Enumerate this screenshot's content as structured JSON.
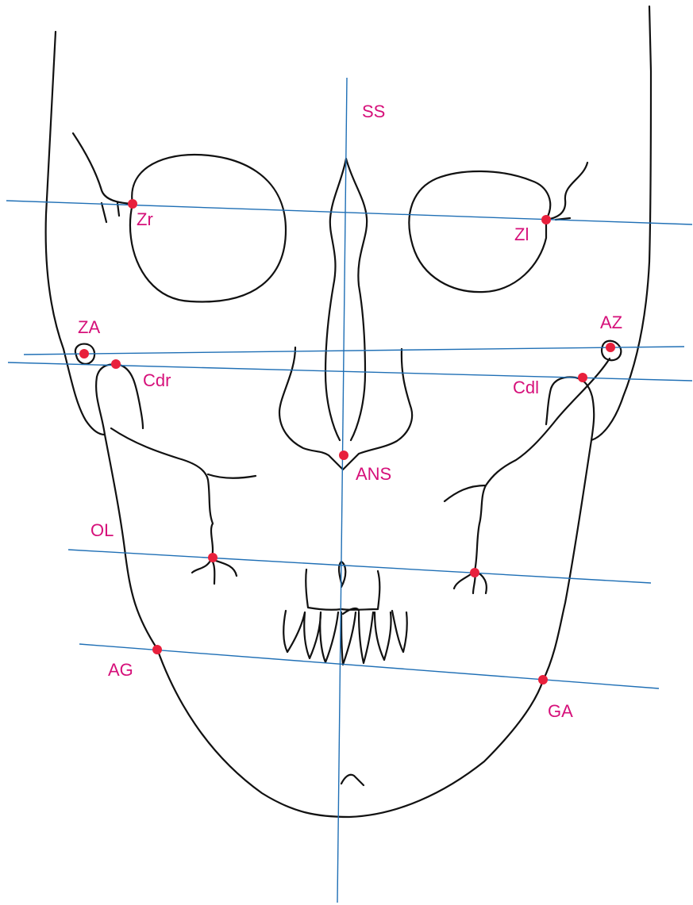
{
  "colors": {
    "reference_line": "#1f6fb5",
    "landmark": "#e8203c",
    "label": "#d6107a",
    "outline": "#111111"
  },
  "labels": {
    "ss": "SS",
    "zr": "Zr",
    "zl": "Zl",
    "za": "ZA",
    "az": "AZ",
    "cdr": "Cdr",
    "cdl": "Cdl",
    "ans": "ANS",
    "ol": "OL",
    "ag": "AG",
    "ga": "GA"
  }
}
